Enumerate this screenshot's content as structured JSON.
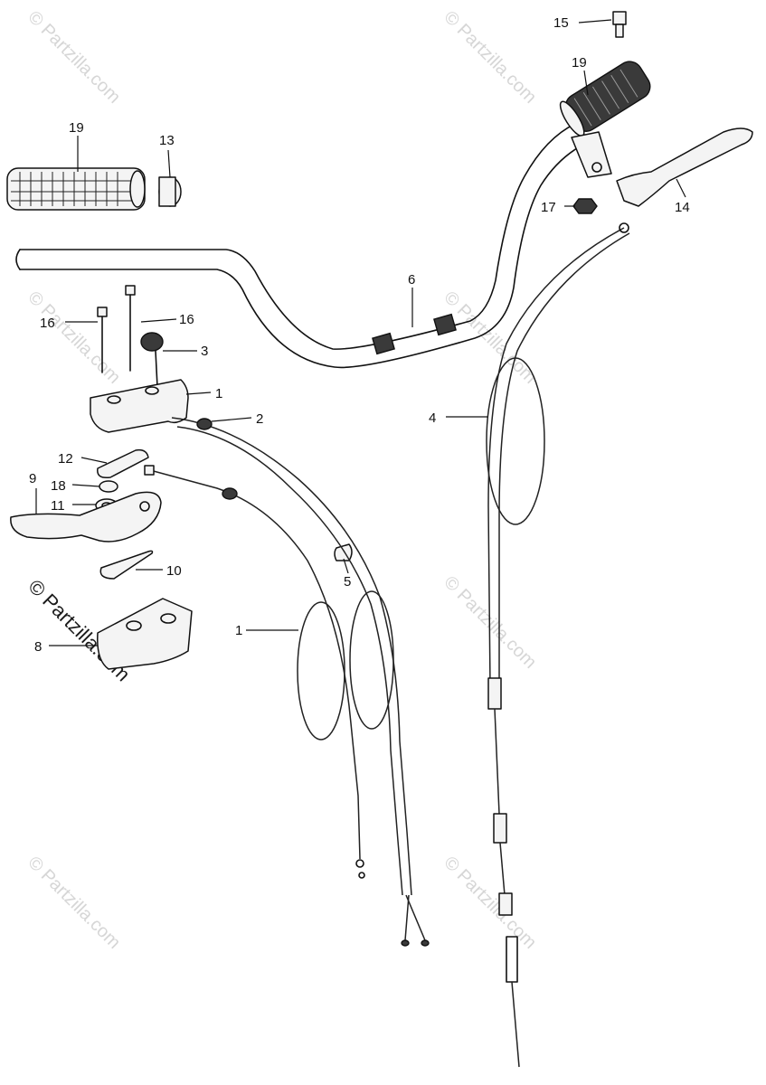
{
  "watermark": {
    "text": "© Partzilla.com",
    "strong_text": "© Partzilla.com"
  },
  "callouts": {
    "c1a": "1",
    "c1b": "1",
    "c2": "2",
    "c3": "3",
    "c4": "4",
    "c5": "5",
    "c6": "6",
    "c8": "8",
    "c9": "9",
    "c10": "10",
    "c11": "11",
    "c12": "12",
    "c13": "13",
    "c14": "14",
    "c15": "15",
    "c16a": "16",
    "c16b": "16",
    "c17": "17",
    "c18": "18",
    "c19a": "19",
    "c19b": "19"
  }
}
